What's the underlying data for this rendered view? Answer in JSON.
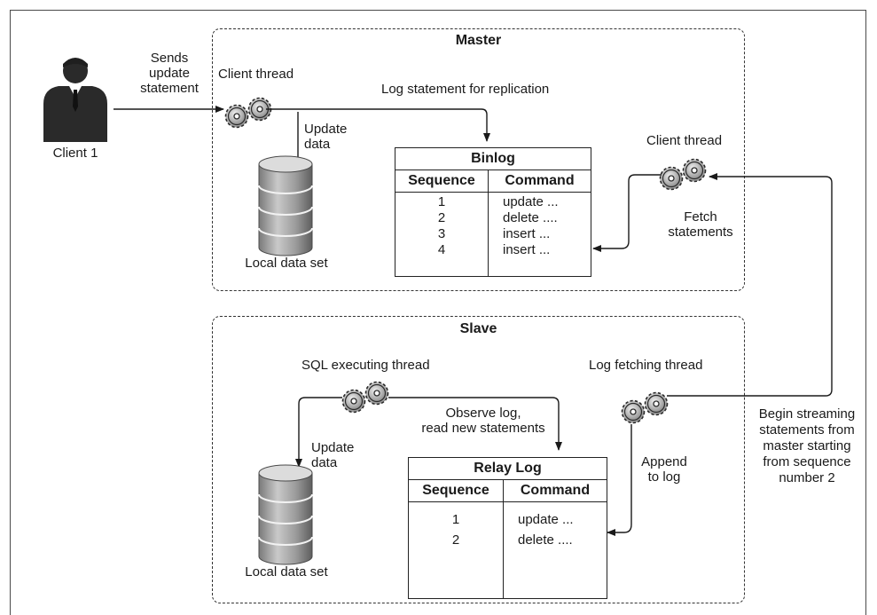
{
  "client": {
    "label": "Client 1",
    "sends_lines": [
      "Sends",
      "update",
      "statement"
    ]
  },
  "master": {
    "title": "Master",
    "client_thread": "Client thread",
    "log_for_replication": "Log statement for replication",
    "update_data_lines": [
      "Update",
      "data"
    ],
    "local_data_set": "Local data set",
    "client_thread_right": "Client thread",
    "fetch_lines": [
      "Fetch",
      "statements"
    ],
    "binlog": {
      "title": "Binlog",
      "headers": [
        "Sequence",
        "Command"
      ],
      "sequences": [
        "1",
        "2",
        "3",
        "4"
      ],
      "commands": [
        "update ...",
        "delete ....",
        "insert ...",
        "insert ..."
      ]
    }
  },
  "slave": {
    "title": "Slave",
    "sql_thread": "SQL executing thread",
    "log_fetching_thread": "Log fetching thread",
    "observe_lines": [
      "Observe log,",
      "read new statements"
    ],
    "update_data_lines": [
      "Update",
      "data"
    ],
    "local_data_set": "Local data set",
    "append_lines": [
      "Append",
      "to log"
    ],
    "relay_log": {
      "title": "Relay Log",
      "headers": [
        "Sequence",
        "Command"
      ],
      "sequences": [
        "1",
        "2"
      ],
      "commands": [
        "update ...",
        "delete ...."
      ]
    }
  },
  "streaming_note_lines": [
    "Begin streaming",
    "statements from",
    "master starting",
    "from sequence",
    "number 2"
  ]
}
